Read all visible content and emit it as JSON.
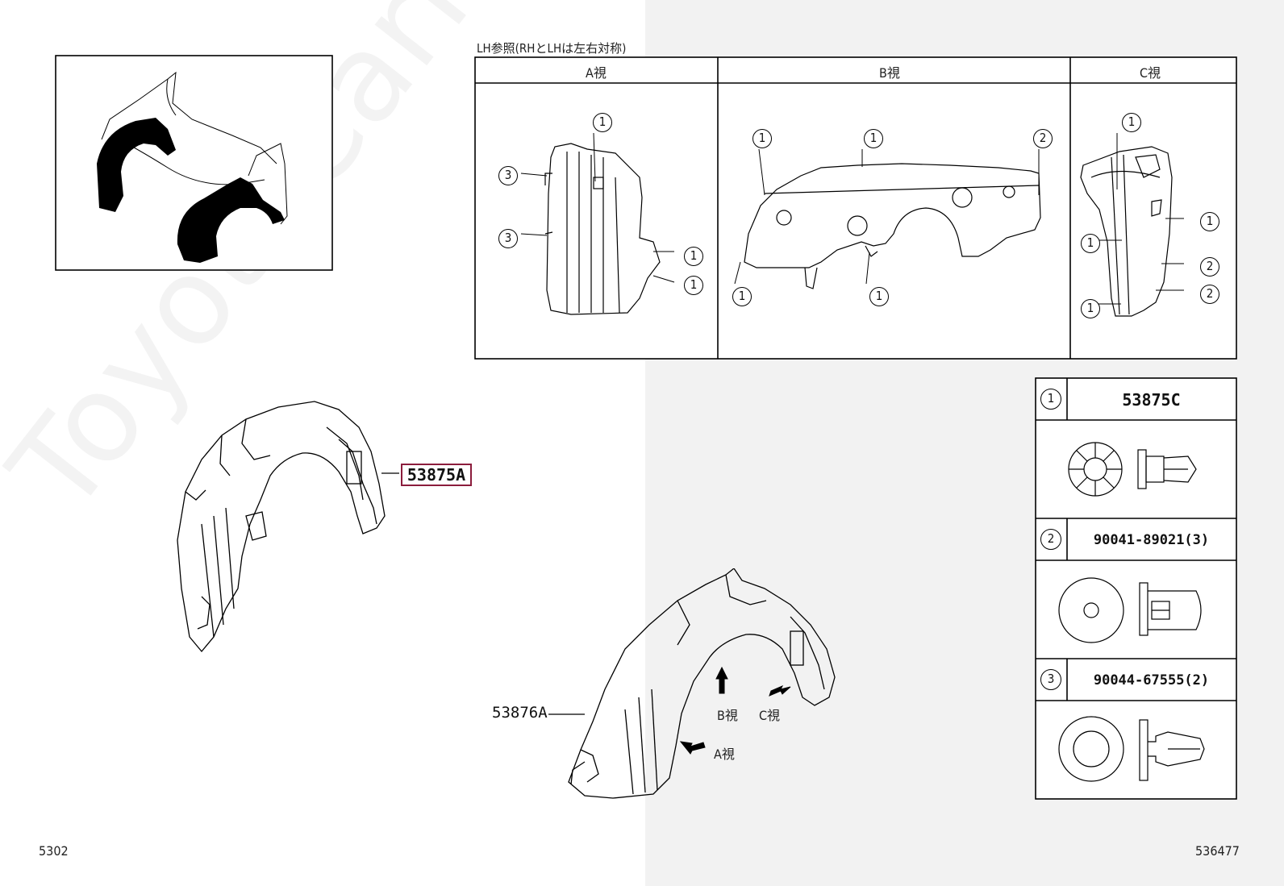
{
  "watermark": "ToyotaCarMiner.ru",
  "views": {
    "header": "LH参照(RHとLHは左右対称)",
    "a_label": "A視",
    "b_label": "B視",
    "c_label": "C視"
  },
  "parts": {
    "rh_part": "53875A",
    "lh_part": "53876A"
  },
  "arrows": {
    "a_view": "A視",
    "b_view": "B視",
    "c_view": "C視"
  },
  "fasteners": [
    {
      "num": "1",
      "part": "53875C"
    },
    {
      "num": "2",
      "part": "90041-89021(3)"
    },
    {
      "num": "3",
      "part": "90044-67555(2)"
    }
  ],
  "callouts": {
    "a_view": [
      "1",
      "3",
      "3",
      "1",
      "1"
    ],
    "b_view": [
      "1",
      "1",
      "2",
      "1",
      "1"
    ],
    "c_view": [
      "1",
      "1",
      "1",
      "1",
      "2",
      "2"
    ]
  },
  "footer": {
    "left": "5302",
    "right": "536477"
  }
}
